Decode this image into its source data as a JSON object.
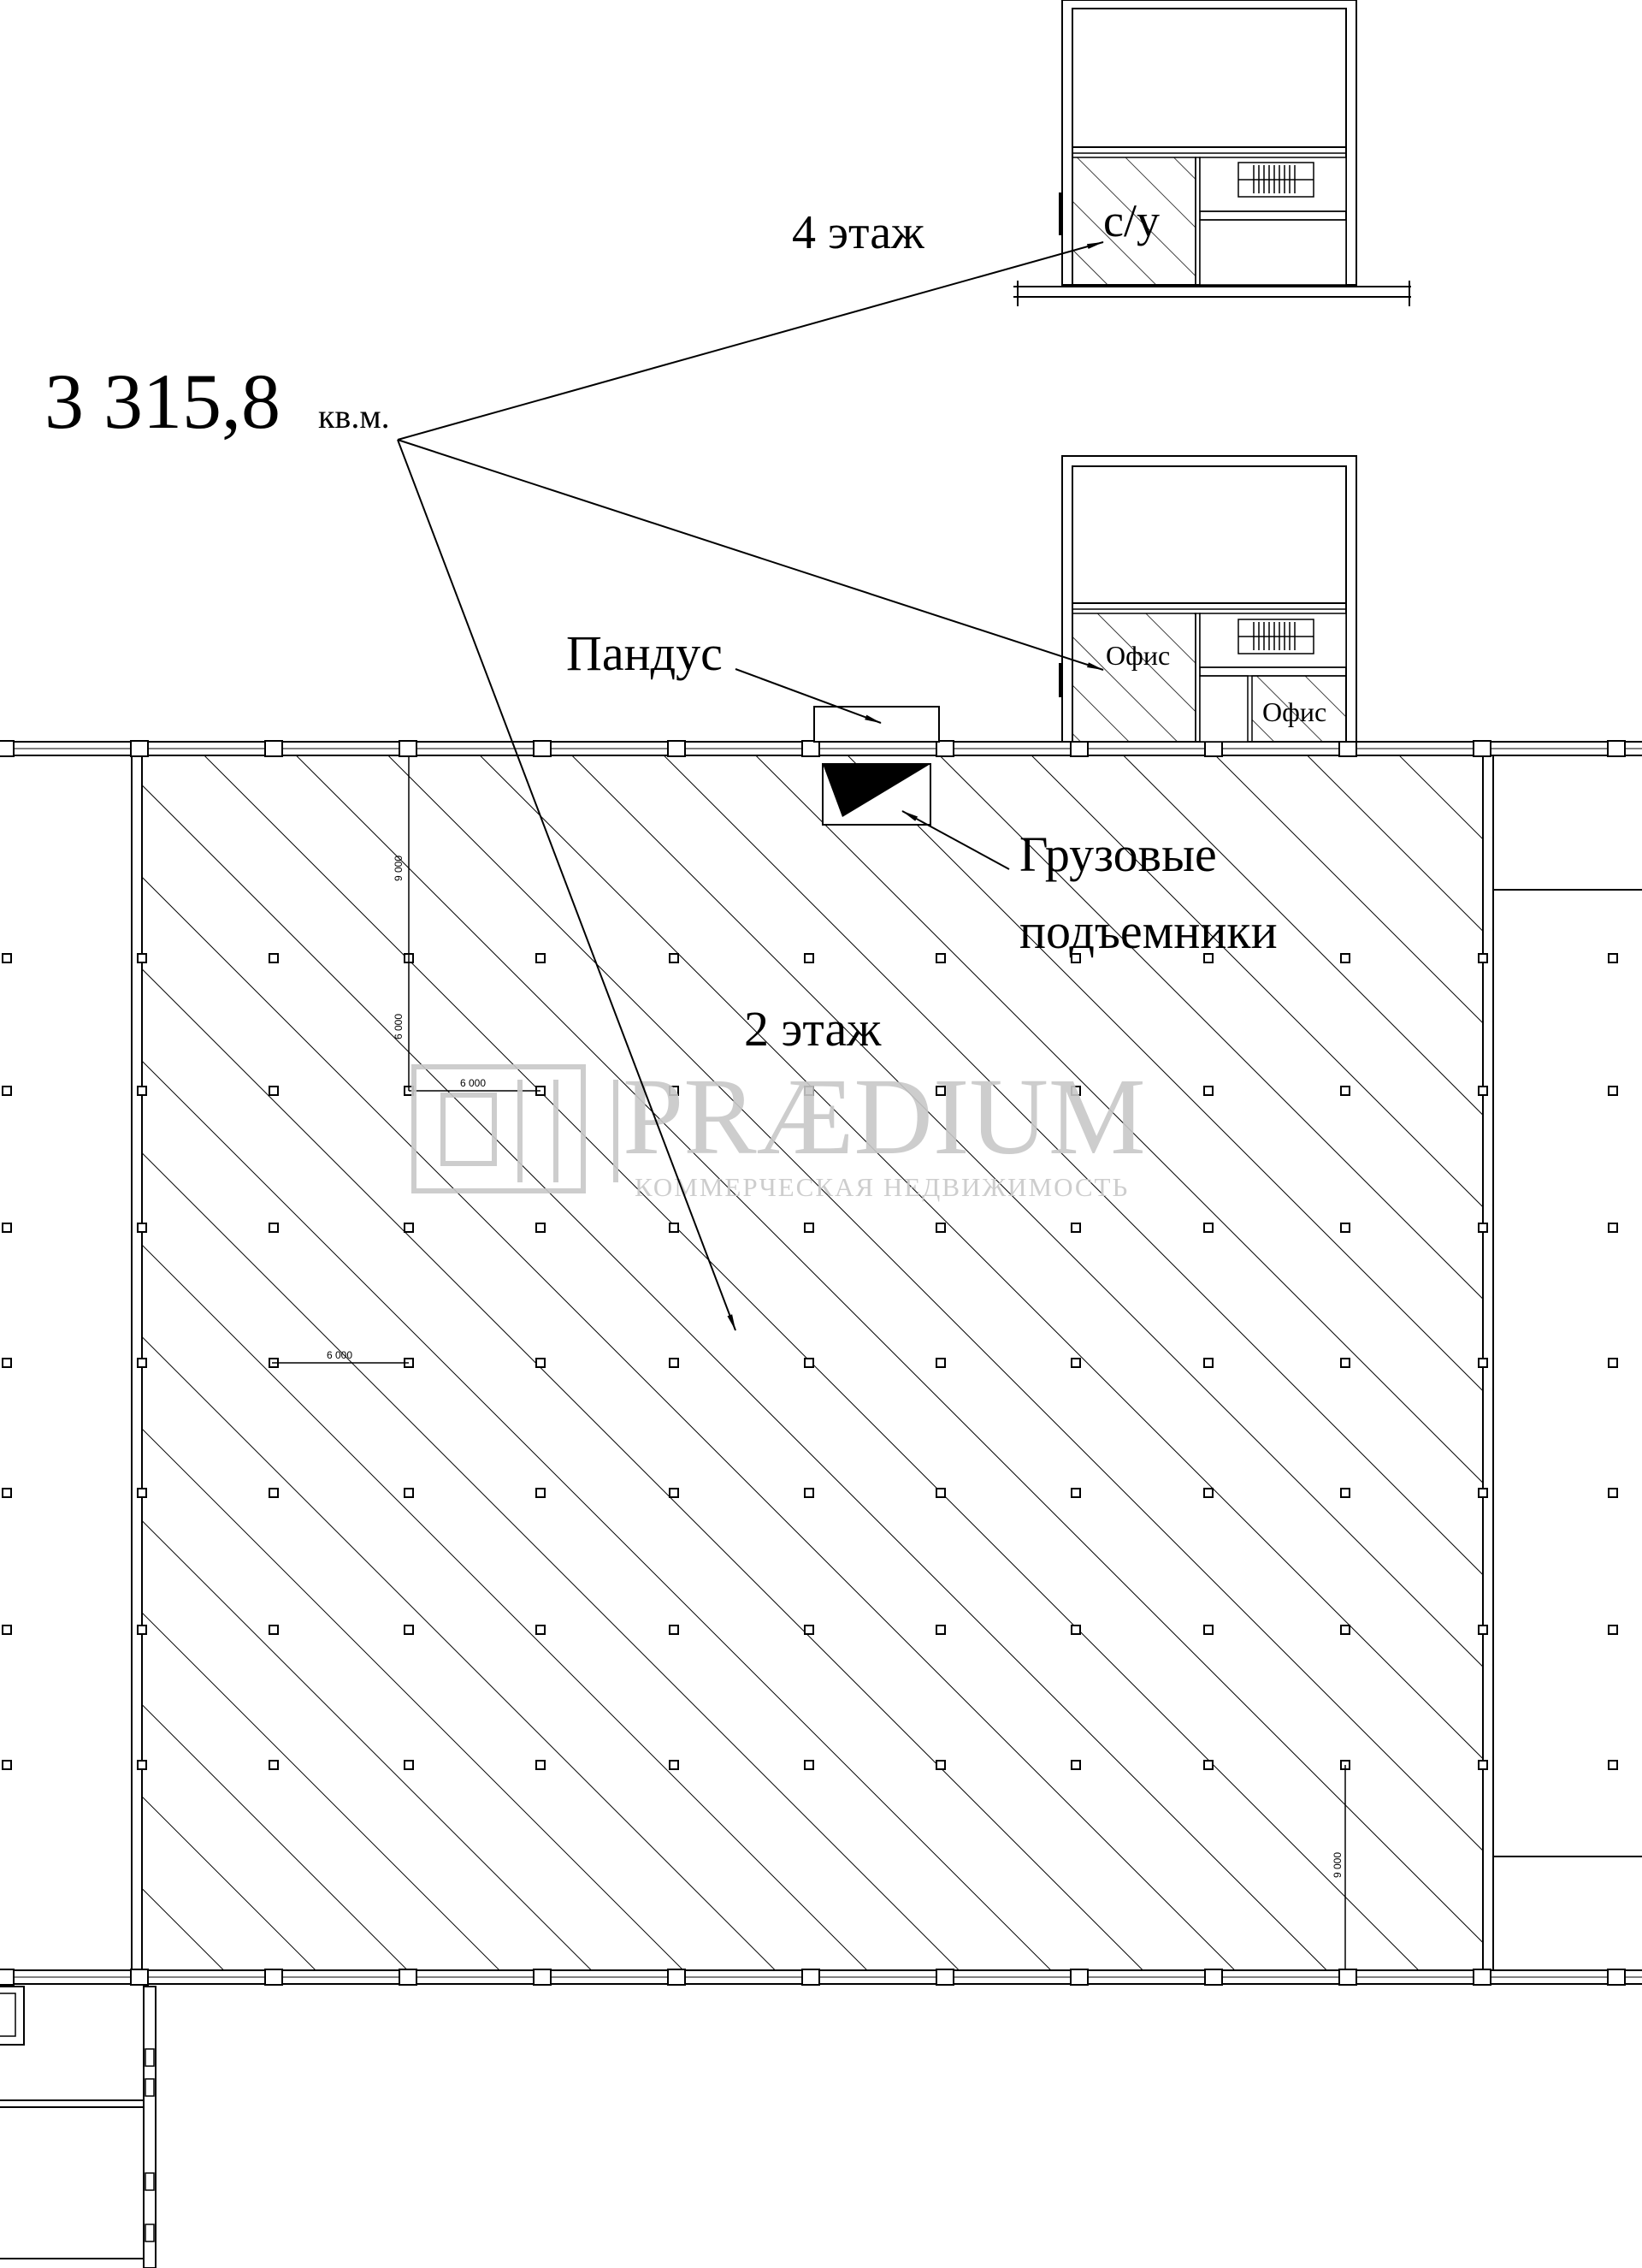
{
  "area": {
    "value": "3 315,8",
    "unit": "кв.м."
  },
  "labels": {
    "floor4": "4 этаж",
    "floor2": "2 этаж",
    "wc": "с/у",
    "office": "Офис",
    "ramp": "Пандус",
    "lifts_line1": "Грузовые",
    "lifts_line2": "подъемники"
  },
  "dimensions": {
    "d1": "9 000",
    "d2": "6 000",
    "d3": "6 000",
    "d4": "6 000",
    "d5": "9 000"
  },
  "watermark": {
    "name": "PRÆDIUM",
    "tagline": "КОММЕРЧЕСКАЯ НЕДВИЖИМОСТЬ"
  },
  "colors": {
    "line": "#000000",
    "watermark": "#c8c8c8",
    "background": "#ffffff"
  }
}
